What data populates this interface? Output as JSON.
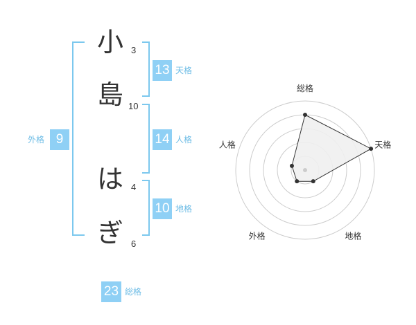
{
  "name": {
    "chars": [
      {
        "char": "小",
        "strokes": "3"
      },
      {
        "char": "島",
        "strokes": "10"
      },
      {
        "char": "は",
        "strokes": "4"
      },
      {
        "char": "ぎ",
        "strokes": "6"
      }
    ]
  },
  "fortunes": {
    "tenkaku": {
      "value": "13",
      "label": "天格"
    },
    "jinkaku": {
      "value": "14",
      "label": "人格"
    },
    "chikaku": {
      "value": "10",
      "label": "地格"
    },
    "gaikaku": {
      "value": "9",
      "label": "外格"
    },
    "soukaku": {
      "value": "23",
      "label": "総格"
    }
  },
  "chart_data": {
    "type": "radar",
    "axes": [
      "総格",
      "天格",
      "地格",
      "外格",
      "人格"
    ],
    "values": [
      4,
      5,
      1,
      1,
      1
    ],
    "max": 5,
    "rings": 5,
    "colors": {
      "fill": "#f0f0f0",
      "line": "#333333",
      "ring": "#cccccc",
      "point": "#333333",
      "center": "#cccccc"
    }
  }
}
